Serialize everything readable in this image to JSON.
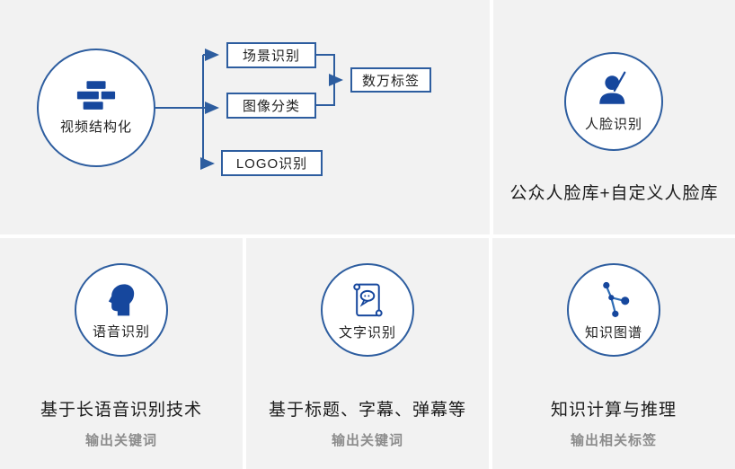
{
  "colors": {
    "panel_bg": "#f2f2f2",
    "accent_blue": "#2d5d9f",
    "icon_blue": "#16479d",
    "text_dark": "#1c1c1c",
    "muted_gray": "#8c8c8c"
  },
  "video_structuring": {
    "label": "视频结构化",
    "branches": [
      "场景识别",
      "图像分类",
      "LOGO识别"
    ],
    "output": "数万标签"
  },
  "face_recognition": {
    "label": "人脸识别",
    "caption": "公众人脸库+自定义人脸库"
  },
  "speech_recognition": {
    "label": "语音识别",
    "caption": "基于长语音识别技术",
    "note": "输出关键词"
  },
  "text_recognition": {
    "label": "文字识别",
    "caption": "基于标题、字幕、弹幕等",
    "note": "输出关键词"
  },
  "knowledge_graph": {
    "label": "知识图谱",
    "caption": "知识计算与推理",
    "note": "输出相关标签"
  }
}
